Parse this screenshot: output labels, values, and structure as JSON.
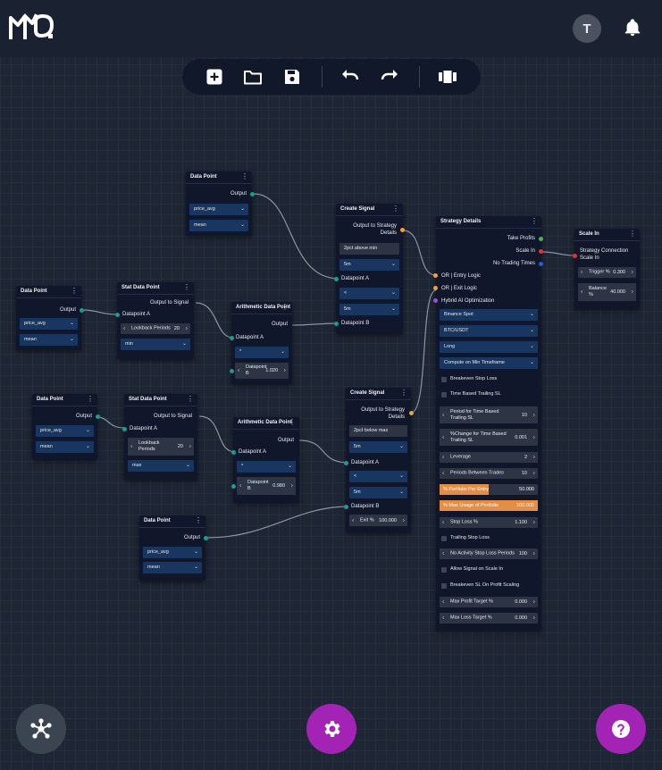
{
  "app": {
    "logo_text": "MO",
    "avatar_initial": "T"
  },
  "toolbar": {
    "icons": [
      "add-icon",
      "folder-icon",
      "save-icon",
      "undo-icon",
      "redo-icon",
      "fit-view-icon"
    ]
  },
  "labels": {
    "data_point": "Data Point",
    "stat_data_point": "Stat Data Point",
    "arith_data_point": "Arithmetic Data Point",
    "create_signal": "Create Signal",
    "output": "Output",
    "output_to_signal": "Output to Signal",
    "output_to_strategy": "Output to Strategy Details",
    "datapoint_a": "Datapoint A",
    "datapoint_b": "Datapoint B",
    "price_avg": "price_avg",
    "mean": "mean",
    "lookback_periods": "Lookback Periods",
    "min": "min",
    "max": "max",
    "mult": "*",
    "lt": "<",
    "tf_5m": "5m",
    "exit_pct": "Exit %"
  },
  "arith1": {
    "b_value": "1.020"
  },
  "arith2": {
    "b_value": "0.980"
  },
  "stat1": {
    "lookback": "20"
  },
  "stat2": {
    "lookback": "20"
  },
  "signal1": {
    "name": "2pct above min"
  },
  "signal2": {
    "name": "2pct below max",
    "exit_value": "100.000"
  },
  "strategy": {
    "title": "Strategy Details",
    "take_profits": "Take Profits",
    "scale_in": "Scale In",
    "no_trading_times": "No Trading Times",
    "entry_logic": "OR | Entry Logic",
    "exit_logic": "OR | Exit Logic",
    "hybrid_ai": "Hybrid AI Optimization",
    "exchange": "Binance Spot",
    "pair": "BTC/USDT",
    "direction": "Long",
    "compute": "Compute on Min Timeframe",
    "breakeven_stop_loss": "Breakeven Stop Loss",
    "time_trailing_sl": "Time Based Trailing SL",
    "period_time_trailing": "Period for Time Based Trailing SL",
    "period_time_trailing_value": "10",
    "pct_change_time": "%Change for Time Based Trailing SL",
    "pct_change_time_value": "0.001",
    "leverage": "Leverage",
    "leverage_value": "2",
    "periods_between_trades": "Periods Between Trades",
    "periods_between_trades_value": "10",
    "pct_portfolio_entry": "% Portfolio Per Entry",
    "pct_portfolio_entry_value": "50.000",
    "pct_portfolio_entry_fill": 0.5,
    "pct_max_usage": "% Max Usage of Portfolio",
    "pct_max_usage_value": "100.000",
    "pct_max_usage_fill": 1.0,
    "stop_loss": "Stop Loss %",
    "stop_loss_value": "1.100",
    "trailing_stop_loss": "Trailing Stop Loss",
    "no_activity_stop": "No Activity Stop Loss Periods",
    "no_activity_stop_value": "100",
    "allow_signal_scale_in": "Allow Signal on Scale In",
    "breakeven_sl_profit": "Breakeven SL On Profit Scaling",
    "max_profit_target": "Max Profit Target %",
    "max_profit_target_value": "0.000",
    "max_loss_target": "Max Loss Target %",
    "max_loss_target_value": "0.000"
  },
  "scale_in": {
    "title": "Scale In",
    "connection": "Strategy Connection Scale In",
    "trigger": "Trigger %",
    "trigger_value": "0.300",
    "balance": "Balance %",
    "balance_value": "40.000"
  },
  "colors": {
    "port_teal": "#1e9a8f",
    "port_orange": "#f0a23a",
    "port_green": "#3fb950",
    "port_red": "#e5322b",
    "port_blue": "#2b55e5",
    "port_purple": "#9b4fd1",
    "fab_purple": "#a323b5",
    "fab_gray": "#3b4552"
  }
}
